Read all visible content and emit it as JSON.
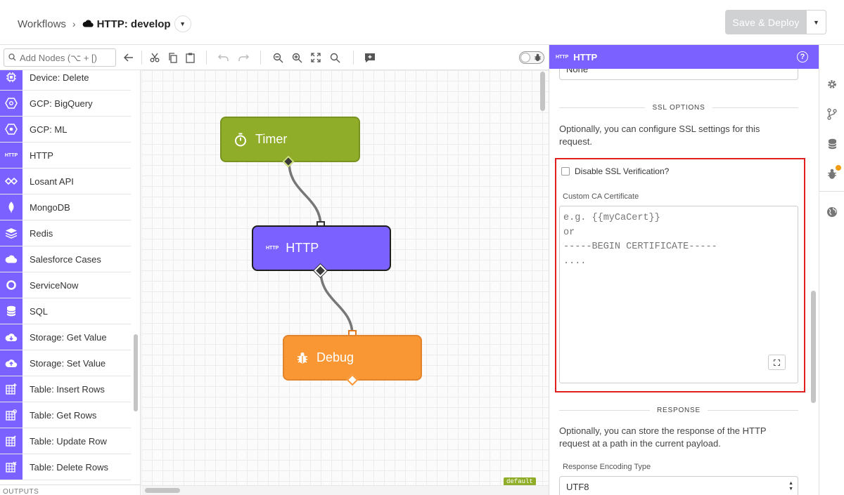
{
  "header": {
    "breadcrumb_root": "Workflows",
    "separator": "›",
    "workflow_name": "HTTP: develop",
    "deploy_label": "Save & Deploy"
  },
  "toolbar": {
    "search_placeholder": "Add Nodes (⌥ + [)",
    "icons": [
      "back-arrow-icon",
      "cut-icon",
      "copy-icon",
      "paste-icon",
      "undo-icon",
      "redo-icon",
      "zoom-out-icon",
      "zoom-in-icon",
      "fit-icon",
      "zoom-reset-icon",
      "comment-icon",
      "toggle-switch"
    ]
  },
  "palette": {
    "items": [
      {
        "label": "Device: Delete",
        "icon": "chip-icon"
      },
      {
        "label": "GCP: BigQuery",
        "icon": "hexagon-icon"
      },
      {
        "label": "GCP: ML",
        "icon": "hexagon-icon"
      },
      {
        "label": "HTTP",
        "icon": "http-text-icon"
      },
      {
        "label": "Losant API",
        "icon": "losant-icon"
      },
      {
        "label": "MongoDB",
        "icon": "leaf-icon"
      },
      {
        "label": "Redis",
        "icon": "stack-icon"
      },
      {
        "label": "Salesforce Cases",
        "icon": "cloud-icon"
      },
      {
        "label": "ServiceNow",
        "icon": "ring-icon"
      },
      {
        "label": "SQL",
        "icon": "database-icon"
      },
      {
        "label": "Storage: Get Value",
        "icon": "cloud-download-icon"
      },
      {
        "label": "Storage: Set Value",
        "icon": "cloud-upload-icon"
      },
      {
        "label": "Table: Insert Rows",
        "icon": "table-icon"
      },
      {
        "label": "Table: Get Rows",
        "icon": "table-icon"
      },
      {
        "label": "Table: Update Row",
        "icon": "table-icon"
      },
      {
        "label": "Table: Delete Rows",
        "icon": "table-icon"
      }
    ],
    "section_footer": "OUTPUTS"
  },
  "canvas": {
    "nodes": {
      "timer": {
        "label": "Timer",
        "color": "#8fad28"
      },
      "http": {
        "label": "HTTP",
        "tag": "HTTP",
        "color": "#7b61ff"
      },
      "debug": {
        "label": "Debug",
        "color": "#f99734"
      }
    },
    "default_tag": "default"
  },
  "panel": {
    "tag": "HTTP",
    "title": "HTTP",
    "top_select_value": "None",
    "ssl_section": "SSL OPTIONS",
    "ssl_help": "Optionally, you can configure SSL settings for this request.",
    "disable_ssl_label": "Disable SSL Verification?",
    "disable_ssl_checked": false,
    "ca_label": "Custom CA Certificate",
    "ca_placeholder": "e.g. {{myCaCert}}\nor\n-----BEGIN CERTIFICATE-----\n....",
    "response_section": "RESPONSE",
    "response_help": "Optionally, you can store the response of the HTTP request at a path in the current payload.",
    "encoding_label": "Response Encoding Type",
    "encoding_value": "UTF8",
    "accent_color": "#7b61ff",
    "highlight_color": "#e02020"
  },
  "rail": {
    "icons": [
      "gear-icon",
      "branch-icon",
      "database-icon",
      "bug-icon",
      "globe-icon"
    ]
  }
}
